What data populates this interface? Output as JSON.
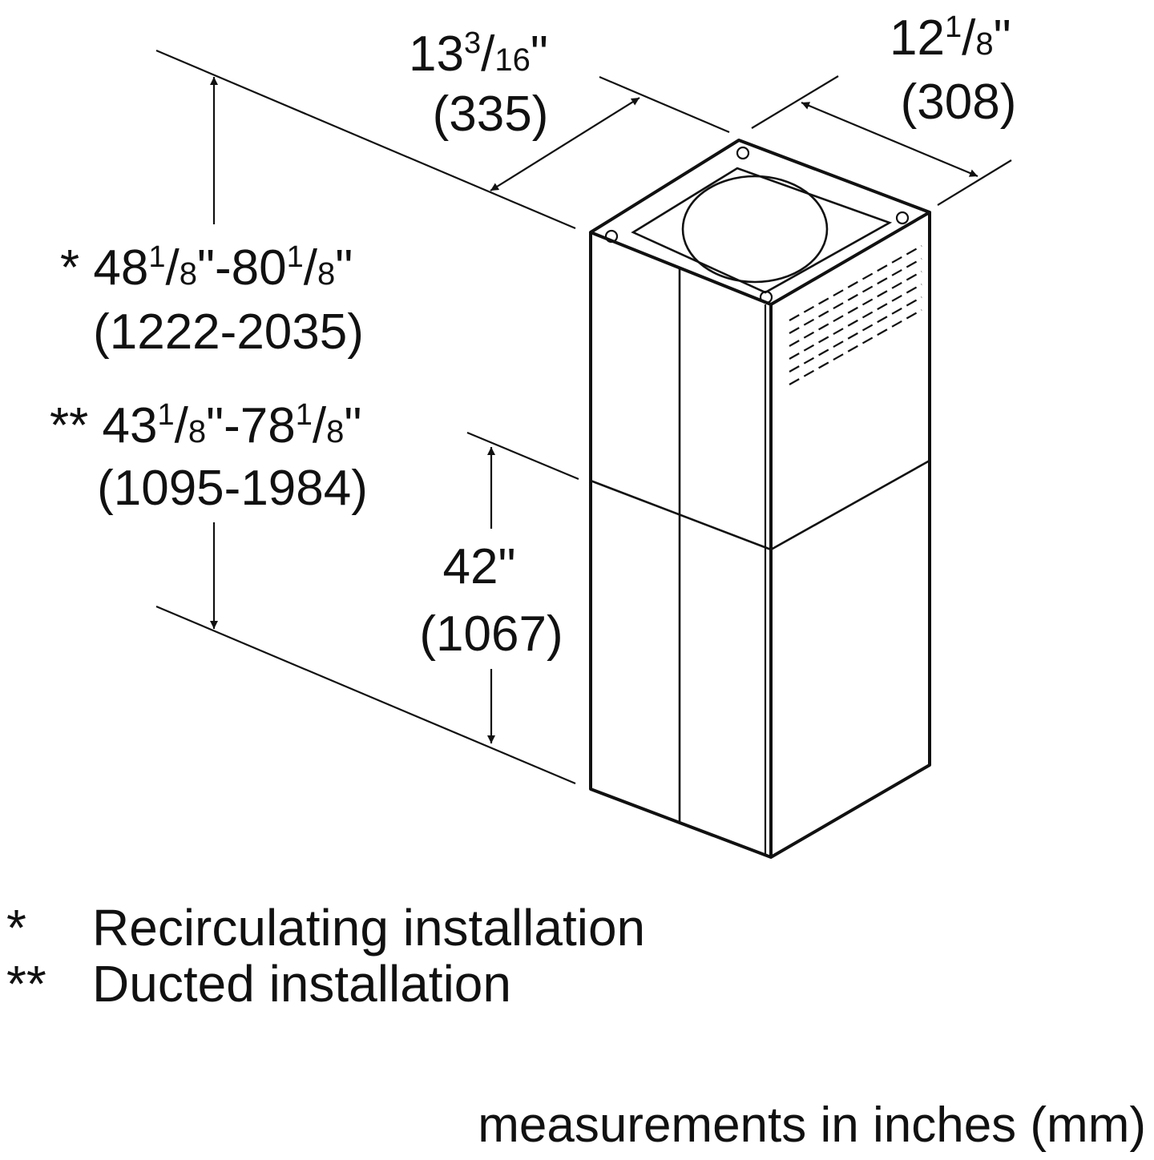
{
  "dimensions": {
    "width_top": {
      "whole": "13",
      "num": "3",
      "den": "16",
      "unit": "\"",
      "mm": "(335)"
    },
    "depth_top": {
      "whole": "12",
      "num": "1",
      "den": "8",
      "unit": "\"",
      "mm": "(308)"
    },
    "height_recirc": {
      "prefix": "*",
      "a_whole": "48",
      "a_num": "1",
      "a_den": "8",
      "b_whole": "80",
      "b_num": "1",
      "b_den": "8",
      "mm": "(1222-2035)"
    },
    "height_ducted": {
      "prefix": "**",
      "a_whole": "43",
      "a_num": "1",
      "a_den": "8",
      "b_whole": "78",
      "b_num": "1",
      "b_den": "8",
      "mm": "(1095-1984)"
    },
    "lower_height": {
      "value": "42\"",
      "mm": "(1067)"
    }
  },
  "legend": [
    {
      "symbol": "*",
      "text": "Recirculating installation"
    },
    {
      "symbol": "**",
      "text": "Ducted installation"
    }
  ],
  "footer": "measurements in inches (mm)"
}
